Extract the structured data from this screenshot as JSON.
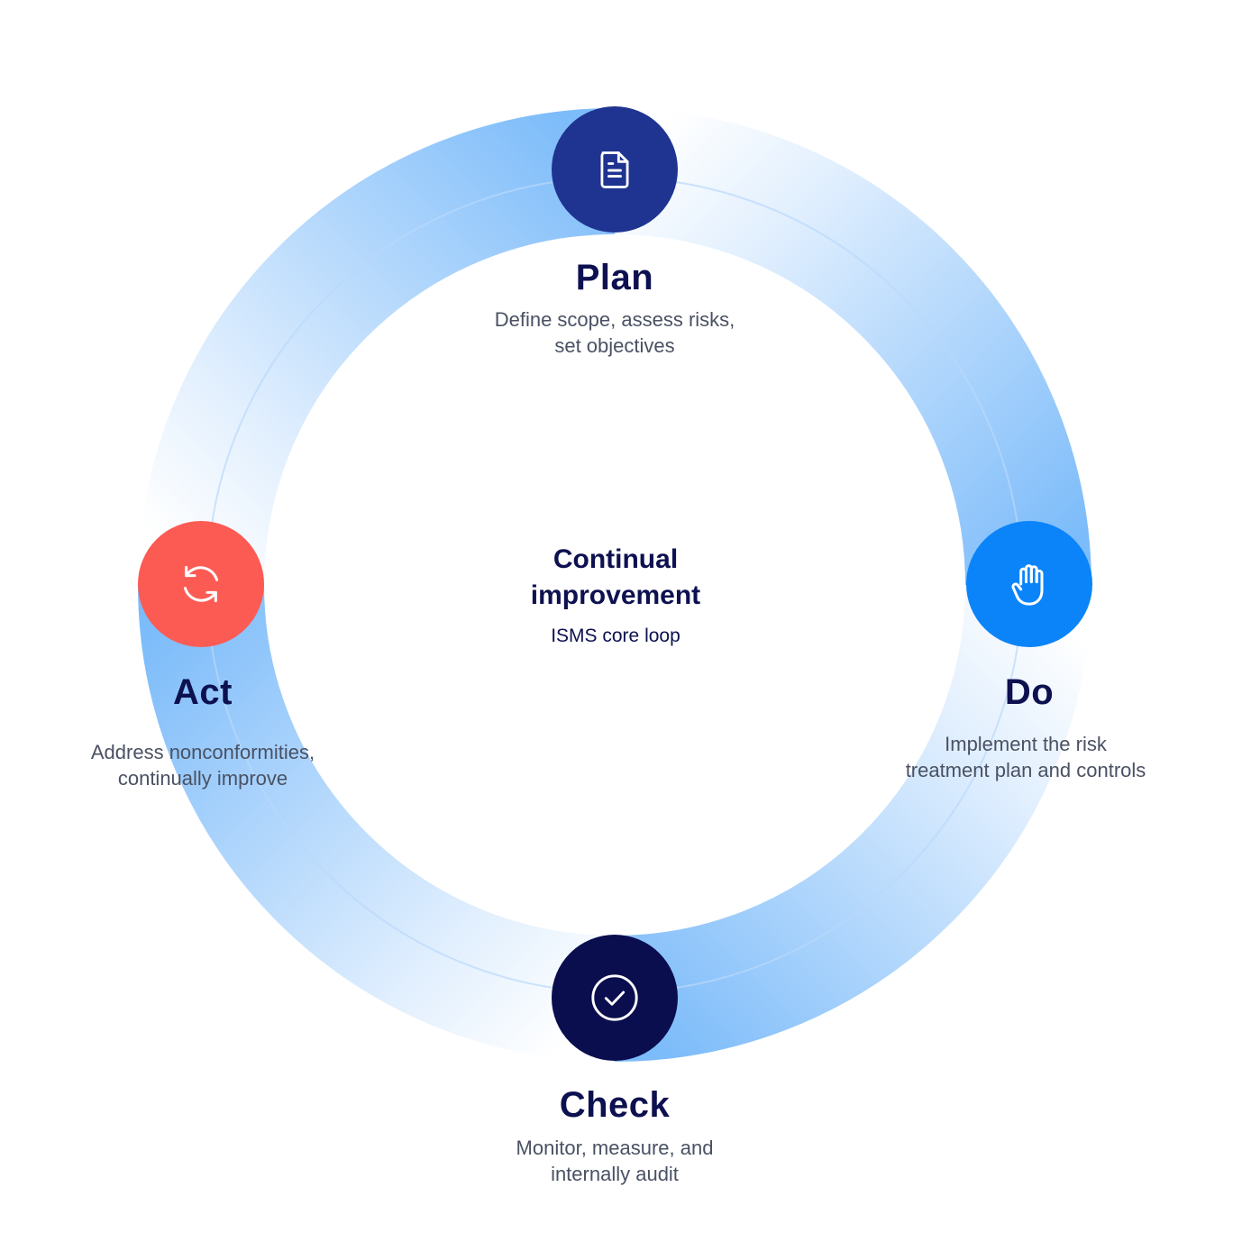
{
  "center": {
    "title": "Continual\nimprovement",
    "subtitle": "ISMS core loop"
  },
  "stages": {
    "plan": {
      "title": "Plan",
      "description": "Define scope, assess risks,\nset objectives",
      "icon": "document-icon"
    },
    "do": {
      "title": "Do",
      "description": "Implement the risk\ntreatment plan and controls",
      "icon": "hand-icon"
    },
    "check": {
      "title": "Check",
      "description": "Monitor, measure, and\ninternally audit",
      "icon": "check-circle-icon"
    },
    "act": {
      "title": "Act",
      "description": "Address nonconformities,\ncontinually improve",
      "icon": "refresh-icon"
    }
  },
  "colors": {
    "title_text": "#0d1150",
    "description_text": "#4a5163",
    "ring_strong": "#7dbcfa",
    "ring_light": "#eaf4fe",
    "plan_node": "#1e3490",
    "do_node": "#0b84fa",
    "check_node": "#0a0e4e",
    "act_node": "#fc5b54"
  }
}
